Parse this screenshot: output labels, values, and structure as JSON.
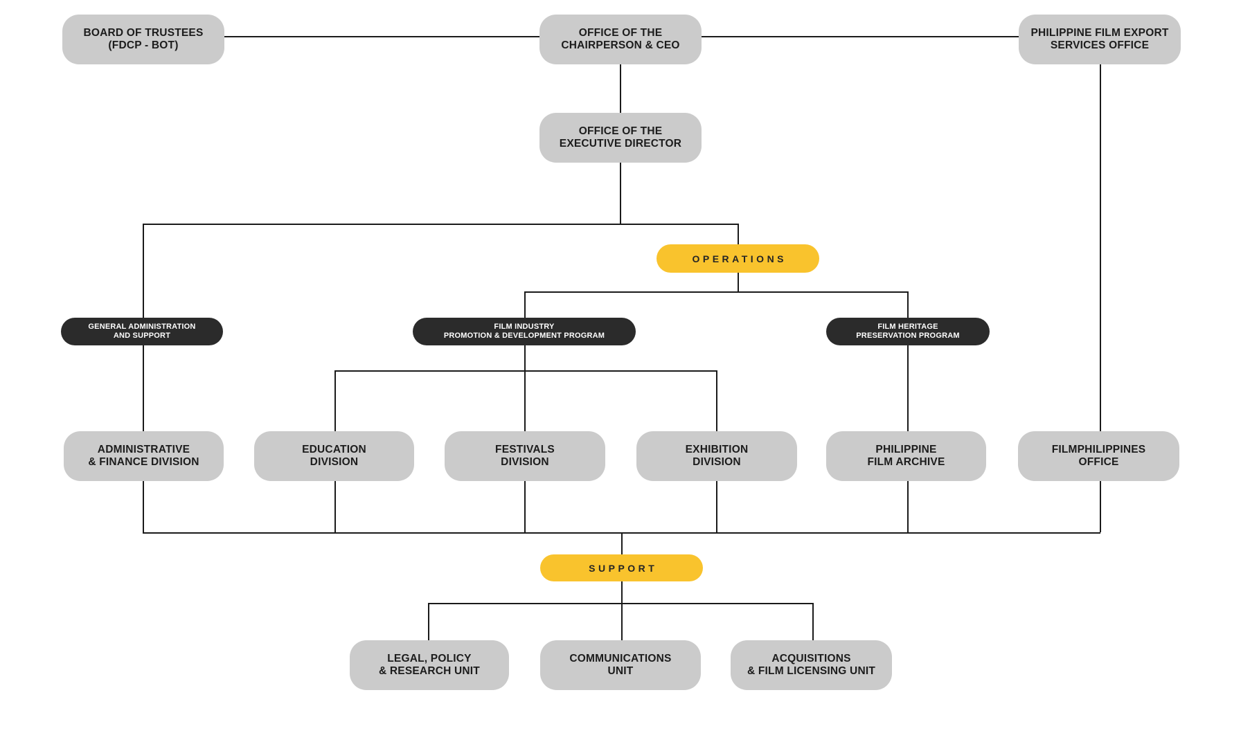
{
  "diagram": {
    "title": "FDCP Organizational Chart",
    "colors": {
      "background": "#FFFFFF",
      "node_gray": "#CBCBCB",
      "pill_black": "#2B2B2B",
      "pill_yellow": "#F9C32D",
      "line": "#1A1A1A",
      "text_dark": "#1C1C1C",
      "text_light": "#FFFFFF"
    },
    "nodes": {
      "board": {
        "label": "BOARD OF TRUSTEES\n(FDCP - BOT)",
        "type": "gray-box"
      },
      "chairperson": {
        "label": "OFFICE OF THE\nCHAIRPERSON & CEO",
        "type": "gray-box"
      },
      "export_office": {
        "label": "PHILIPPINE FILM EXPORT\nSERVICES OFFICE",
        "type": "gray-box"
      },
      "executive_director": {
        "label": "OFFICE OF THE\nEXECUTIVE DIRECTOR",
        "type": "gray-box"
      },
      "operations": {
        "label": "OPERATIONS",
        "type": "yellow-pill"
      },
      "general_admin": {
        "label": "GENERAL ADMINISTRATION\nAND SUPPORT",
        "type": "black-pill"
      },
      "film_industry": {
        "label": "FILM INDUSTRY\nPROMOTION & DEVELOPMENT PROGRAM",
        "type": "black-pill"
      },
      "film_heritage": {
        "label": "FILM HERITAGE\nPRESERVATION PROGRAM",
        "type": "black-pill"
      },
      "admin_finance": {
        "label": "ADMINISTRATIVE\n& FINANCE DIVISION",
        "type": "gray-box"
      },
      "education": {
        "label": "EDUCATION\nDIVISION",
        "type": "gray-box"
      },
      "festivals": {
        "label": "FESTIVALS\nDIVISION",
        "type": "gray-box"
      },
      "exhibition": {
        "label": "EXHIBITION\nDIVISION",
        "type": "gray-box"
      },
      "film_archive": {
        "label": "PHILIPPINE\nFILM ARCHIVE",
        "type": "gray-box"
      },
      "filmphilippines": {
        "label": "FILMPHILIPPINES\nOFFICE",
        "type": "gray-box"
      },
      "support": {
        "label": "SUPPORT",
        "type": "yellow-pill"
      },
      "legal": {
        "label": "LEGAL, POLICY\n& RESEARCH UNIT",
        "type": "gray-box"
      },
      "communications": {
        "label": "COMMUNICATIONS\nUNIT",
        "type": "gray-box"
      },
      "acquisitions": {
        "label": "ACQUISITIONS\n& FILM LICENSING UNIT",
        "type": "gray-box"
      }
    },
    "edges": [
      {
        "from": "board",
        "to": "chairperson"
      },
      {
        "from": "chairperson",
        "to": "export_office"
      },
      {
        "from": "chairperson",
        "to": "executive_director"
      },
      {
        "from": "executive_director",
        "to": "general_admin"
      },
      {
        "from": "executive_director",
        "to": "operations"
      },
      {
        "from": "operations",
        "to": "film_industry"
      },
      {
        "from": "operations",
        "to": "film_heritage"
      },
      {
        "from": "general_admin",
        "to": "admin_finance"
      },
      {
        "from": "film_industry",
        "to": "education"
      },
      {
        "from": "film_industry",
        "to": "festivals"
      },
      {
        "from": "film_industry",
        "to": "exhibition"
      },
      {
        "from": "film_heritage",
        "to": "film_archive"
      },
      {
        "from": "export_office",
        "to": "filmphilippines"
      },
      {
        "from": "admin_finance",
        "to": "support"
      },
      {
        "from": "education",
        "to": "support"
      },
      {
        "from": "festivals",
        "to": "support"
      },
      {
        "from": "exhibition",
        "to": "support"
      },
      {
        "from": "film_archive",
        "to": "support"
      },
      {
        "from": "filmphilippines",
        "to": "support"
      },
      {
        "from": "support",
        "to": "legal"
      },
      {
        "from": "support",
        "to": "communications"
      },
      {
        "from": "support",
        "to": "acquisitions"
      }
    ]
  }
}
